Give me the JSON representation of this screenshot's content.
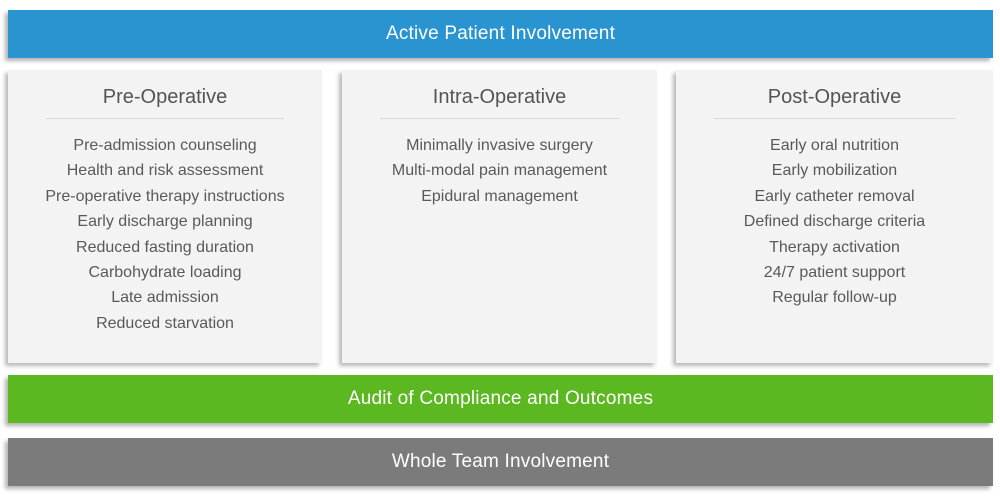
{
  "banners": {
    "active_patient": {
      "label": "Active Patient Involvement",
      "color": "#2A94D0"
    },
    "audit": {
      "label": "Audit of Compliance and Outcomes",
      "color": "#5CB820"
    },
    "whole_team": {
      "label": "Whole Team Involvement",
      "color": "#7B7B7B"
    }
  },
  "columns": [
    {
      "title": "Pre-Operative",
      "items": [
        "Pre-admission counseling",
        "Health and risk assessment",
        "Pre-operative therapy instructions",
        "Early discharge planning",
        "Reduced fasting duration",
        "Carbohydrate loading",
        "Late admission",
        "Reduced starvation"
      ]
    },
    {
      "title": "Intra-Operative",
      "items": [
        "Minimally invasive surgery",
        "Multi-modal pain management",
        "Epidural management"
      ]
    },
    {
      "title": "Post-Operative",
      "items": [
        "Early oral nutrition",
        "Early mobilization",
        "Early catheter removal",
        "Defined discharge criteria",
        "Therapy activation",
        "24/7 patient support",
        "Regular follow-up"
      ]
    }
  ],
  "colors": {
    "column_background": "#F3F3F3",
    "divider": "#D9D9D9",
    "title_text": "#545454",
    "item_text": "#595959",
    "banner_text": "#FFFFFF",
    "page_background": "#FFFFFF"
  }
}
